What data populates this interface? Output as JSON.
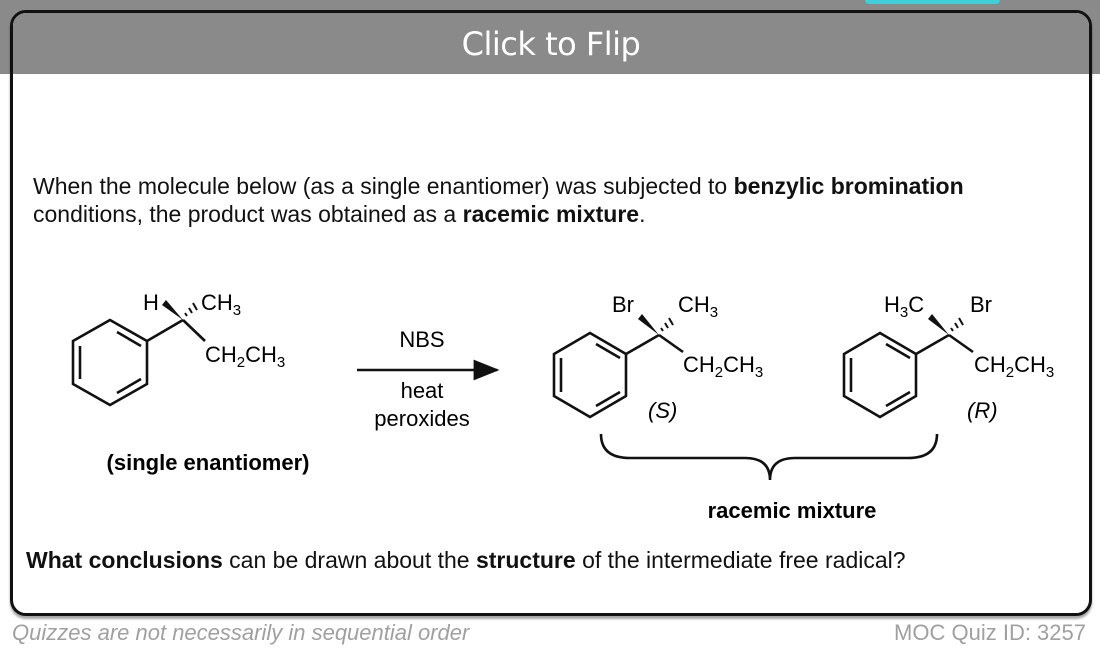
{
  "header": {
    "flip_label": "Click to Flip"
  },
  "intro": {
    "t1": "When the molecule below (as a single enantiomer) was subjected to ",
    "b1": "benzylic bromination",
    "t2": " conditions, the product was obtained as a ",
    "b2": "racemic mixture",
    "t3": "."
  },
  "reaction": {
    "reactant": {
      "sub_h": "H",
      "sub_ch3": "CH",
      "sub3": "3",
      "ethyl_a": "CH",
      "ethyl_2": "2",
      "ethyl_b": "CH",
      "ethyl_3": "3",
      "caption": "(single enantiomer)"
    },
    "reagents": {
      "above": "NBS",
      "below1": "heat",
      "below2": "peroxides"
    },
    "product_s": {
      "br": "Br",
      "ch3": "CH",
      "sub3": "3",
      "ethyl_a": "CH",
      "ethyl_2": "2",
      "ethyl_b": "CH",
      "ethyl_3": "3",
      "config": "(S)"
    },
    "product_r": {
      "h3c_a": "H",
      "h3c_3": "3",
      "h3c_b": "C",
      "br": "Br",
      "ethyl_a": "CH",
      "ethyl_2": "2",
      "ethyl_b": "CH",
      "ethyl_3": "3",
      "config": "(R)"
    },
    "brace_label": "racemic mixture"
  },
  "question": {
    "b1": "What conclusions",
    "t1": " can be drawn about the ",
    "b2": "structure",
    "t2": " of the intermediate free radical?"
  },
  "footer": {
    "note": "Quizzes are not necessarily in sequential order",
    "quiz_id": "MOC Quiz ID: 3257"
  }
}
